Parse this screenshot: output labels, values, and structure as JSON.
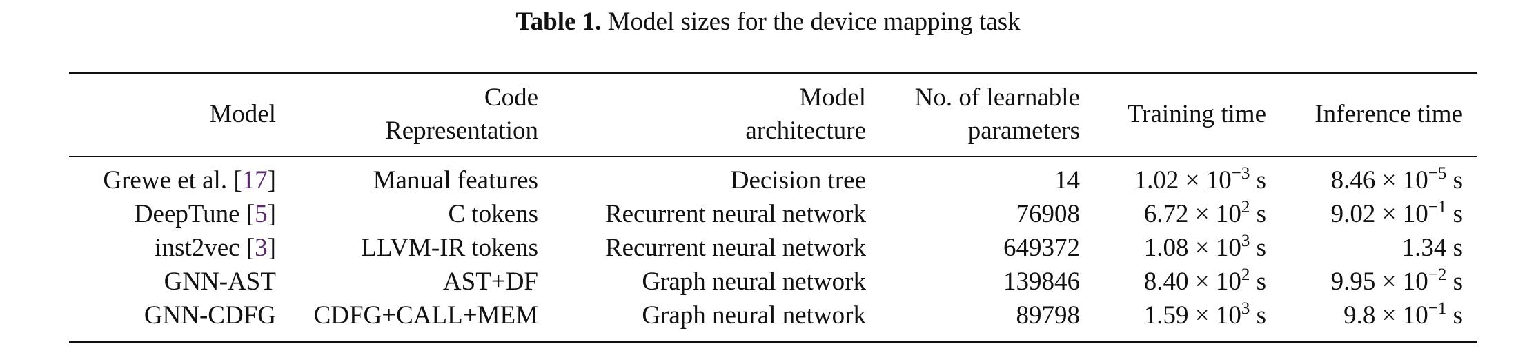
{
  "caption": {
    "label": "Table 1.",
    "text": " Model sizes for the device mapping task"
  },
  "headers": {
    "model": "Model",
    "code_rep_1": "Code",
    "code_rep_2": "Representation",
    "arch_1": "Model",
    "arch_2": "architecture",
    "params_1": "No. of learnable",
    "params_2": "parameters",
    "training": "Training time",
    "inference": "Inference time"
  },
  "rows": [
    {
      "model": "Grewe et al. [",
      "ref": "17",
      "ref_close": "]",
      "code_rep": "Manual features",
      "architecture": "Decision tree",
      "params": "14",
      "train_mant": "1.02 × 10",
      "train_exp": "−3",
      "train_unit": " s",
      "infer_mant": "8.46 × 10",
      "infer_exp": "−5",
      "infer_unit": " s"
    },
    {
      "model": "DeepTune [",
      "ref": "5",
      "ref_close": "]",
      "code_rep": "C tokens",
      "architecture": "Recurrent neural network",
      "params": "76908",
      "train_mant": "6.72 × 10",
      "train_exp": "2",
      "train_unit": " s",
      "infer_mant": "9.02 × 10",
      "infer_exp": "−1",
      "infer_unit": " s"
    },
    {
      "model": "inst2vec [",
      "ref": "3",
      "ref_close": "]",
      "code_rep": "LLVM-IR tokens",
      "architecture": "Recurrent neural network",
      "params": "649372",
      "train_mant": "1.08 × 10",
      "train_exp": "3",
      "train_unit": " s",
      "infer_mant": "1.34 s",
      "infer_exp": "",
      "infer_unit": ""
    },
    {
      "model": "GNN-AST",
      "ref": "",
      "ref_close": "",
      "code_rep": "AST+DF",
      "architecture": "Graph neural network",
      "params": "139846",
      "train_mant": "8.40 × 10",
      "train_exp": "2",
      "train_unit": " s",
      "infer_mant": "9.95 × 10",
      "infer_exp": "−2",
      "infer_unit": " s"
    },
    {
      "model": "GNN-CDFG",
      "ref": "",
      "ref_close": "",
      "code_rep": "CDFG+CALL+MEM",
      "architecture": "Graph neural network",
      "params": "89798",
      "train_mant": "1.59 × 10",
      "train_exp": "3",
      "train_unit": " s",
      "infer_mant": "9.8 × 10",
      "infer_exp": "−1",
      "infer_unit": " s"
    }
  ]
}
